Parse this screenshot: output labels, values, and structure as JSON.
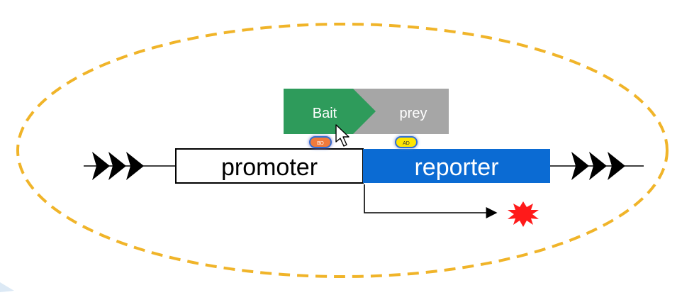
{
  "diagram": {
    "bait_label": "Bait",
    "prey_label": "prey",
    "bd_label": "BD",
    "ad_label": "AD",
    "promoter_label": "promoter",
    "reporter_label": "reporter"
  },
  "colors": {
    "cell_outline": "#f0b429",
    "bait_fill": "#2e9b5b",
    "prey_fill": "#a6a6a6",
    "bd_fill": "#f07a3a",
    "ad_fill": "#ffe600",
    "domain_glow": "#2f6fd6",
    "promoter_fill": "#ffffff",
    "reporter_fill": "#0b6bd3",
    "dna_line": "#000000",
    "signal_star": "#ff1a1a"
  }
}
